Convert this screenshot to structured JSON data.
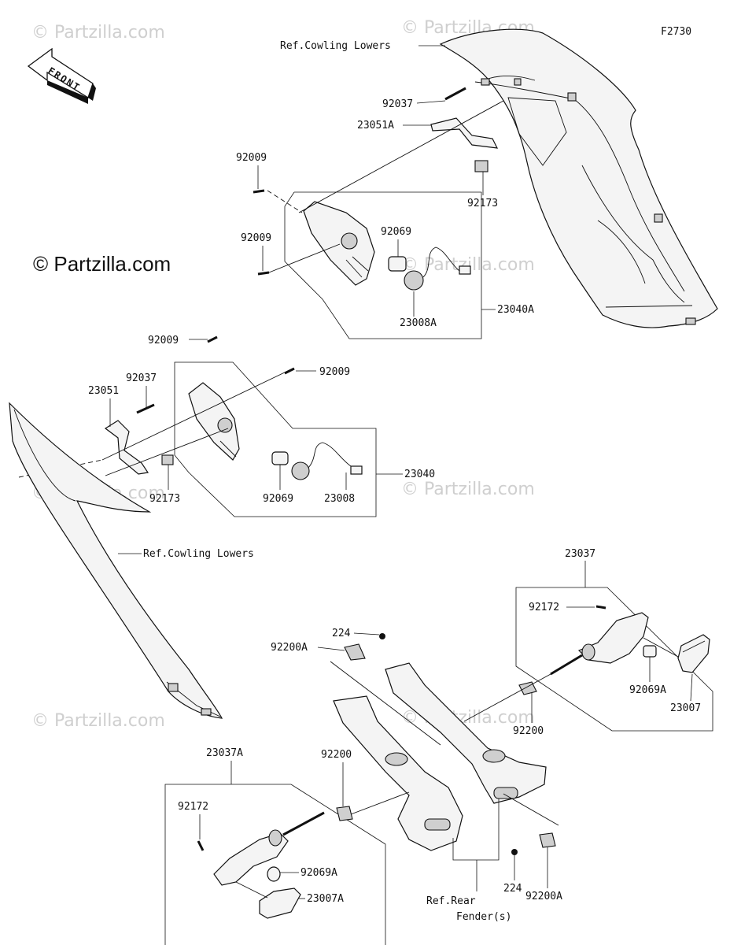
{
  "diagram_code": "F2730",
  "copyright": "© Partzilla.com",
  "watermark": "© Partzilla.com",
  "front_arrow_label": "FRONT",
  "labels": {
    "ref_cowling_lowers_top": "Ref.Cowling Lowers",
    "ref_cowling_lowers_left": "Ref.Cowling Lowers",
    "p92037_a": "92037",
    "p23051A": "23051A",
    "p92009_a": "92009",
    "p92009_b": "92009",
    "p92173_a": "92173",
    "p92069_a": "92069",
    "p23008A": "23008A",
    "p23040A": "23040A",
    "p92009_c": "92009",
    "p92009_d": "92009",
    "p92037_b": "92037",
    "p23051": "23051",
    "p92173_b": "92173",
    "p92069_b": "92069",
    "p23008": "23008",
    "p23040": "23040",
    "p23037": "23037",
    "p92172_a": "92172",
    "p224_a": "224",
    "p92200A_a": "92200A",
    "p92069A_a": "92069A",
    "p23007": "23007",
    "p92200_a": "92200",
    "p92200_b": "92200",
    "p23037A": "23037A",
    "p92172_b": "92172",
    "p92069A_b": "92069A",
    "p23007A": "23007A",
    "p224_b": "224",
    "p92200A_b": "92200A",
    "ref_rear_line1": "Ref.Rear",
    "ref_rear_line2": "Fender(s)"
  }
}
